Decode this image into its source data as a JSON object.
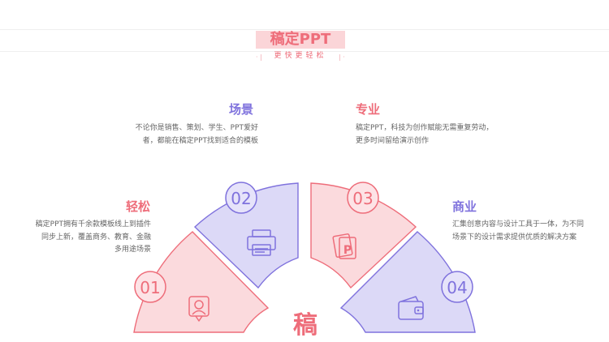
{
  "header": {
    "title": "稿定PPT",
    "subtitle": "更快更轻松"
  },
  "center_char": "稿",
  "features": [
    {
      "num": "01",
      "title": "轻松",
      "desc_lines": [
        "稿定PPT拥有千余款模板线上到插件",
        "同步上新，覆盖商务、教育、金融",
        "多用途场景"
      ],
      "icon": "portrait-frame-icon"
    },
    {
      "num": "02",
      "title": "场景",
      "desc_lines": [
        "不论你是销售、策划、学生、PPT爱好",
        "者，都能在稿定PPT找到适合的模板"
      ],
      "icon": "printer-icon"
    },
    {
      "num": "03",
      "title": "专业",
      "desc_lines": [
        "稿定PPT，科技为创作赋能无需重复劳动，",
        "更多时间留给演示创作"
      ],
      "icon": "ppt-file-icon"
    },
    {
      "num": "04",
      "title": "商业",
      "desc_lines": [
        "汇集创意内容与设计工具于一体，为不同",
        "场景下的设计需求提供优质的解决方案"
      ],
      "icon": "wallet-icon"
    }
  ],
  "colors": {
    "pink": "#ee6d7a",
    "pink_fill": "#fbdadd",
    "purple": "#7f72dd",
    "purple_fill": "#dcd9f7"
  }
}
